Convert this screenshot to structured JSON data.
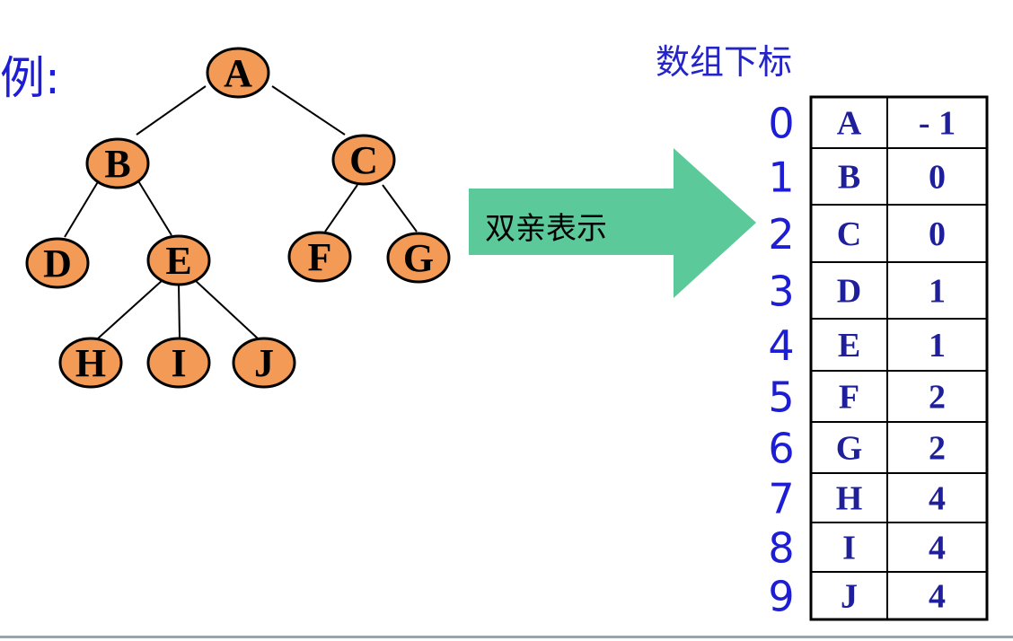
{
  "example_label": "例:",
  "index_caption": "数组下标",
  "arrow_label": "双亲表示",
  "tree": {
    "nodes": [
      "A",
      "B",
      "C",
      "D",
      "E",
      "F",
      "G",
      "H",
      "I",
      "J"
    ],
    "edges": [
      [
        "A",
        "B"
      ],
      [
        "A",
        "C"
      ],
      [
        "B",
        "D"
      ],
      [
        "B",
        "E"
      ],
      [
        "C",
        "F"
      ],
      [
        "C",
        "G"
      ],
      [
        "E",
        "H"
      ],
      [
        "E",
        "I"
      ],
      [
        "E",
        "J"
      ]
    ]
  },
  "table": {
    "rows": [
      {
        "index": "0",
        "data": "A",
        "parent": "- 1"
      },
      {
        "index": "1",
        "data": "B",
        "parent": "0"
      },
      {
        "index": "2",
        "data": "C",
        "parent": "0"
      },
      {
        "index": "3",
        "data": "D",
        "parent": "1"
      },
      {
        "index": "4",
        "data": "E",
        "parent": "1"
      },
      {
        "index": "5",
        "data": "F",
        "parent": "2"
      },
      {
        "index": "6",
        "data": "G",
        "parent": "2"
      },
      {
        "index": "7",
        "data": "H",
        "parent": "4"
      },
      {
        "index": "8",
        "data": "I",
        "parent": "4"
      },
      {
        "index": "9",
        "data": "J",
        "parent": "4"
      }
    ]
  },
  "colors": {
    "node_fill": "#f29a56",
    "arrow_fill": "#5cc99a",
    "index_text": "#1d1dd6",
    "cell_text": "#1f1f9c"
  }
}
